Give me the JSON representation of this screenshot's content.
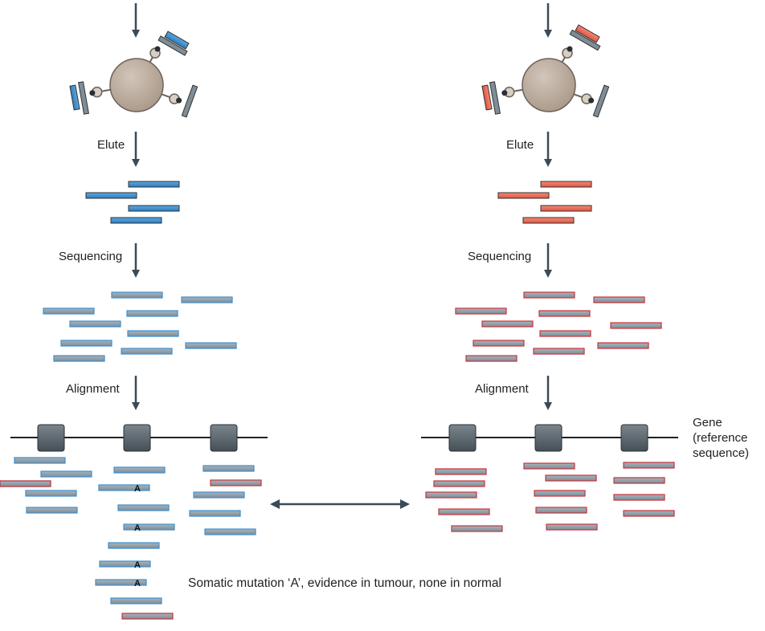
{
  "labels": {
    "elute": "Elute",
    "sequencing": "Sequencing",
    "alignment": "Alignment",
    "gene_line1": "Gene",
    "gene_line2": "(reference",
    "gene_line3": "sequence)",
    "caption": "Somatic mutation ‘A’, evidence in tumour, none in normal",
    "mutation_base": "A"
  },
  "colors": {
    "blue_fragment": "#3d8fd0",
    "red_fragment": "#ef6a55",
    "read_fill": "#8d9ba4",
    "red_read_border": "#c9333a",
    "arrow": "#3b4a57",
    "bead": "#b9aa9b",
    "exon": "#5b666e"
  }
}
